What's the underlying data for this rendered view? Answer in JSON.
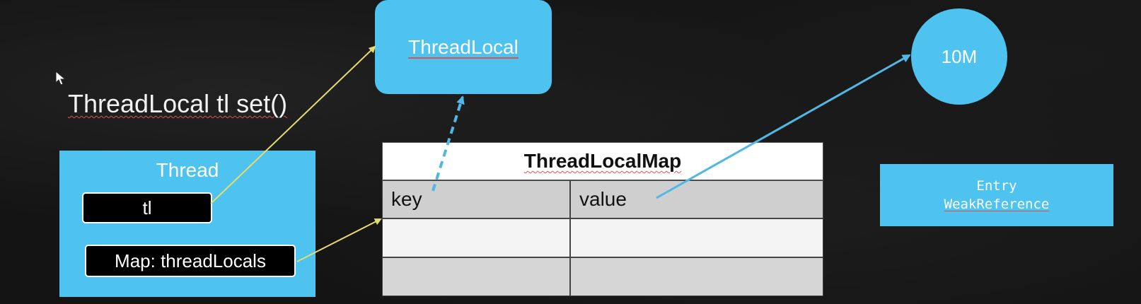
{
  "title": "ThreadLocal tl set()",
  "threadlocal_box": {
    "label": "ThreadLocal"
  },
  "circle": {
    "label": "10M"
  },
  "thread": {
    "label": "Thread",
    "field_tl": "tl",
    "field_map": "Map: threadLocals"
  },
  "map_table": {
    "title": "ThreadLocalMap",
    "columns": [
      "key",
      "value"
    ],
    "rows": [
      [
        "",
        ""
      ],
      [
        "",
        ""
      ]
    ]
  },
  "entry_box": {
    "line1": "Entry",
    "line2": "WeakReference"
  },
  "colors": {
    "accent_blue": "#4fc3f0",
    "arrow_yellow": "#e6dc6e",
    "arrow_blue": "#4fb8e6",
    "background": "#141414"
  },
  "icons": [
    "cursor-arrow-icon"
  ]
}
